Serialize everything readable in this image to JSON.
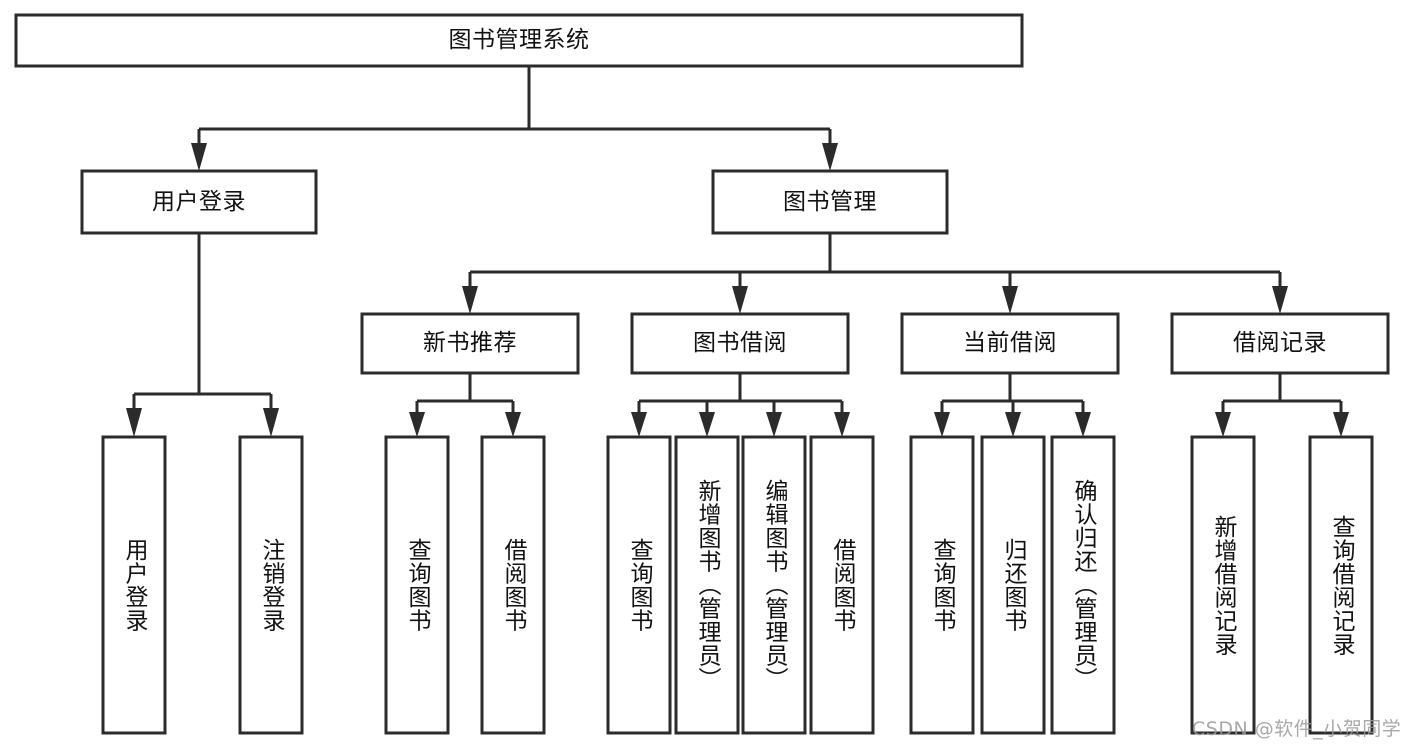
{
  "diagram": {
    "title": "图书管理系统",
    "type": "tree-hierarchy-diagram",
    "theme": {
      "background": "#ffffff",
      "box_fill": "#ffffff",
      "box_stroke": "#2b2b2b",
      "text_color": "#111111",
      "watermark_color": "#9a9a9a"
    },
    "root": {
      "label": "图书管理系统",
      "name": "root-node"
    },
    "level2": [
      {
        "name": "node-user-login",
        "label": "用户登录"
      },
      {
        "name": "node-book-management",
        "label": "图书管理"
      }
    ],
    "level3": [
      {
        "name": "node-new-book-recommend",
        "label": "新书推荐"
      },
      {
        "name": "node-book-borrow",
        "label": "图书借阅"
      },
      {
        "name": "node-current-borrow",
        "label": "当前借阅"
      },
      {
        "name": "node-borrow-record",
        "label": "借阅记录"
      }
    ],
    "leaves": {
      "user_login": [
        {
          "name": "leaf-user-login",
          "label": "用户登录"
        },
        {
          "name": "leaf-logout-login",
          "label": "注销登录"
        }
      ],
      "new_book_recommend": [
        {
          "name": "leaf-query-book-recommend",
          "label": "查询图书"
        },
        {
          "name": "leaf-borrow-book-recommend",
          "label": "借阅图书"
        }
      ],
      "book_borrow": [
        {
          "name": "leaf-query-book-borrow",
          "label": "查询图书"
        },
        {
          "name": "leaf-add-book-admin",
          "label": "新增图书（管理员）"
        },
        {
          "name": "leaf-edit-book-admin",
          "label": "编辑图书（管理员）"
        },
        {
          "name": "leaf-borrow-book",
          "label": "借阅图书"
        }
      ],
      "current_borrow": [
        {
          "name": "leaf-query-book-current",
          "label": "查询图书"
        },
        {
          "name": "leaf-return-book",
          "label": "归还图书"
        },
        {
          "name": "leaf-confirm-return-admin",
          "label": "确认归还（管理员）"
        }
      ],
      "borrow_record": [
        {
          "name": "leaf-add-borrow-record",
          "label": "新增借阅记录"
        },
        {
          "name": "leaf-query-borrow-record",
          "label": "查询借阅记录"
        }
      ]
    },
    "watermark": "CSDN @软件_小贺同学"
  }
}
